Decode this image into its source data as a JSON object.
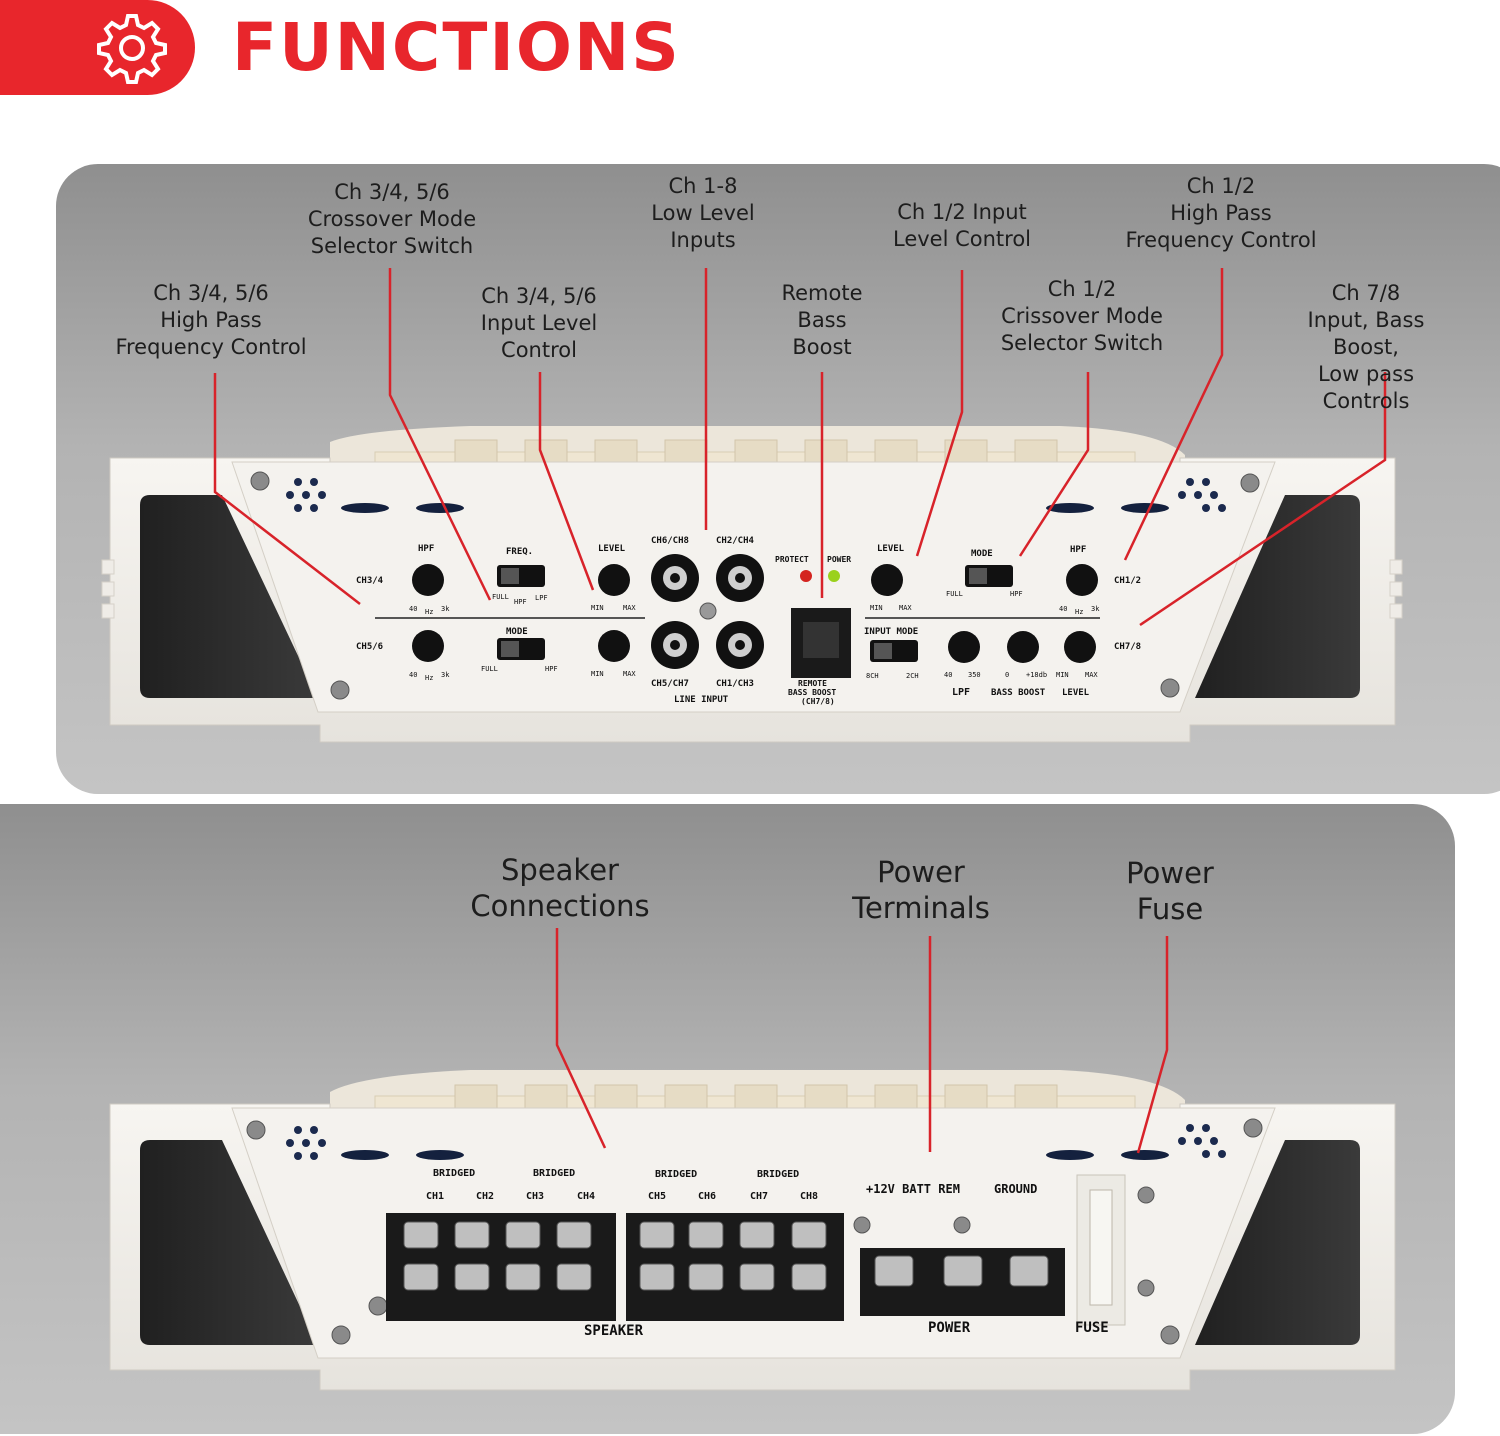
{
  "header": {
    "title": "FUNCTIONS",
    "icon": "gear-icon",
    "accent_color": "#e8262c"
  },
  "top_panel": {
    "callouts": [
      {
        "id": "ch34-56-hpf",
        "text": "Ch 3/4, 5/6\nHigh Pass\nFrequency Control"
      },
      {
        "id": "ch34-56-xover",
        "text": "Ch 3/4, 5/6\nCrossover Mode\nSelector Switch"
      },
      {
        "id": "ch34-56-level",
        "text": "Ch 3/4, 5/6\nInput Level\nControl"
      },
      {
        "id": "ch18-inputs",
        "text": "Ch 1-8\nLow Level\nInputs"
      },
      {
        "id": "remote-bass",
        "text": "Remote\nBass\nBoost"
      },
      {
        "id": "ch12-level",
        "text": "Ch 1/2 Input\nLevel Control"
      },
      {
        "id": "ch12-xover",
        "text": "Ch 1/2\nCrissover Mode\nSelector Switch"
      },
      {
        "id": "ch12-hpf",
        "text": "Ch 1/2\nHigh Pass\nFrequency Control"
      },
      {
        "id": "ch78",
        "text": "Ch 7/8\nInput, Bass Boost,\nLow pass Controls"
      }
    ],
    "amp_labels": {
      "ch34": "CH3/4",
      "ch56": "CH5/6",
      "ch12": "CH1/2",
      "ch78": "CH7/8",
      "hpf": "HPF",
      "freq": "FREQ.",
      "mode": "MODE",
      "level": "LEVEL",
      "hz40": "40",
      "hz": "Hz",
      "k3": "3k",
      "min": "MIN",
      "max": "MAX",
      "full": "FULL",
      "lpf": "LPF",
      "ch6ch8": "CH6/CH8",
      "ch2ch4": "CH2/CH4",
      "ch5ch7": "CH5/CH7",
      "ch1ch3": "CH1/CH3",
      "line_input": "LINE INPUT",
      "protect": "PROTECT",
      "power": "POWER",
      "remote1": "REMOTE",
      "remote2": "BASS BOOST",
      "remote3": "(CH7/8)",
      "input_mode": "INPUT MODE",
      "ch8": "8CH",
      "ch2": "2CH",
      "hz350": "350",
      "zero": "0",
      "db18": "+18db",
      "bass_boost": "BASS BOOST"
    }
  },
  "bottom_panel": {
    "callouts": [
      {
        "id": "speaker",
        "text": "Speaker\nConnections"
      },
      {
        "id": "power-terminals",
        "text": "Power\nTerminals"
      },
      {
        "id": "power-fuse",
        "text": "Power\nFuse"
      }
    ],
    "amp_labels": {
      "bridged": "BRIDGED",
      "channels": [
        "CH1",
        "CH2",
        "CH3",
        "CH4",
        "CH5",
        "CH6",
        "CH7",
        "CH8"
      ],
      "plus": "+",
      "minus": "−",
      "batt": "+12V BATT REM",
      "ground": "GROUND",
      "speaker": "SPEAKER",
      "power": "POWER",
      "fuse": "FUSE"
    }
  }
}
